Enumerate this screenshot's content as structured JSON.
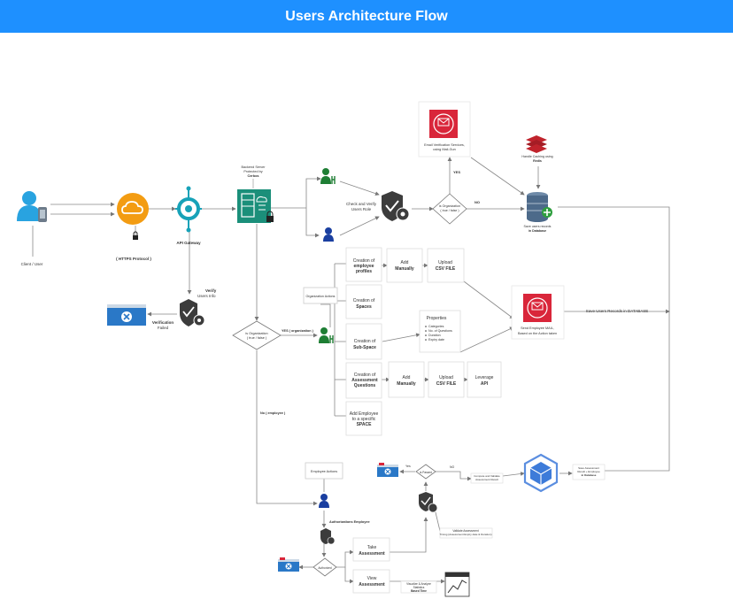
{
  "title": "Users Architecture Flow",
  "colors": {
    "header": "#1e90ff",
    "user": "#29a3e0",
    "cloud": "#f39c12",
    "gateway": "#17a2b8",
    "server": "#1b8f7a",
    "shield": "#3c3c3c",
    "green": "#1e7e34",
    "navy": "#1a3fa0",
    "mail": "#d9263a",
    "redis": "#c0232c",
    "db": "#4d6a8a",
    "kube": "#3d7bd9",
    "verify": "#2a78c7"
  },
  "labels": {
    "client_user": "Client / User",
    "https_protocol": "( HTTPS Protocol )",
    "api_gateway": "API Gateway",
    "server_line1": "Backend Server",
    "server_line2": "Protected by",
    "server_line3": "Cerbos",
    "verify_line1": "Verify",
    "verify_line2": "Users Info",
    "verification_line1": "Verification",
    "verification_line2": "Failed",
    "check_role_line1": "Check and Verify",
    "check_role_line2": "Users Role",
    "is_org_top": "is Organization",
    "true_false_top": "( true / false )",
    "yes": "YES",
    "no": "NO",
    "email_line1": "Email Verification Services,",
    "email_line2": "using Mail-Gun",
    "caching_line1": "Handle Caching using",
    "caching_line2": "Redis",
    "save_db_line1": "Save users records",
    "save_db_line2": "in Database",
    "is_org_mid": "is Organization",
    "true_false_mid": "( true / false )",
    "yes_org": "YES ( organization )",
    "no_employee": "No ( employee )",
    "org_actions": "Organization Actions",
    "creation_employee_line1": "Creation of",
    "creation_employee_line2": "employee",
    "creation_employee_line3": "profiles",
    "creation_spaces_line1": "Creation of",
    "creation_spaces_line2": "Spaces",
    "creation_subspace_line1": "Creation of",
    "creation_subspace_line2": "Sub-Space",
    "creation_assess_line1": "Creation of",
    "creation_assess_line2": "Assessment",
    "creation_assess_line3": "Questions",
    "add_employee_line1": "Add Employee",
    "add_employee_line2": "to a specific",
    "add_employee_line3": "SPACE",
    "add_manually_line1": "Add",
    "add_manually_line2": "Manually",
    "upload_line1": "Upload",
    "upload_line2": "CSV FILE",
    "leverage_line1": "Leverage",
    "leverage_line2": "API",
    "properties_title": "Properties",
    "properties_items": [
      "Categories",
      "No. of Questions",
      "Duration",
      "Expiry date"
    ],
    "send_mail_line1": "Send Employee MAIL,",
    "send_mail_line2": "Based on the Action taken",
    "save_users_db": "Save Users Records in DATABASE",
    "employee_actions": "Employee Actions",
    "authorization": "Authorizations Employee",
    "take_line1": "Take",
    "take_line2": "Assessment",
    "view_line1": "View",
    "view_line2": "Assessment",
    "is_passed": "is Passed",
    "authorized": "Authorized",
    "yes_small": "Yes",
    "no_small": "NO",
    "compute_result_line1": "Compute and Validate",
    "compute_result_line2": "Assessment Result",
    "save_assess_line1": "Save Assessment",
    "save_assess_line2": "Result + Employee",
    "save_assess_line3": "in Database",
    "validate_line1": "Validate Assessment",
    "validate_line2": "Timing (Assessment Expiry date & Duration)",
    "visual_line1": "Visualize & Analyze",
    "visual_line2": "Statistics",
    "visual_line3": "Based Time"
  }
}
